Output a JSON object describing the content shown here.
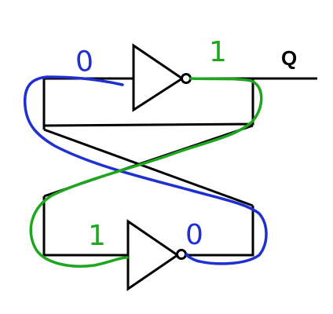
{
  "output_label": "Q",
  "top_inverter": {
    "input_value": "0",
    "output_value": "1"
  },
  "bottom_inverter": {
    "input_value": "1",
    "output_value": "0"
  },
  "colors": {
    "wire": "#000000",
    "logic_zero": "#1f2fd1",
    "logic_one": "#1fa61f"
  }
}
